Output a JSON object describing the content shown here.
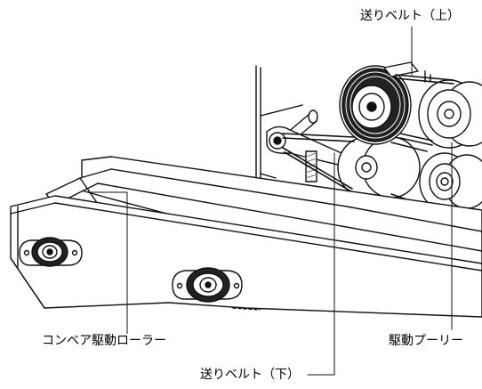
{
  "diagram": {
    "labels": {
      "upper_feed_belt": "送りベルト（上）",
      "lower_feed_belt": "送りベルト（下）",
      "conveyor_drive_roller": "コンベア駆動ローラー",
      "drive_pulley": "駆動プーリー"
    },
    "colors": {
      "line": "#111111",
      "hatch": "#777777",
      "fill": "#ffffff"
    }
  }
}
